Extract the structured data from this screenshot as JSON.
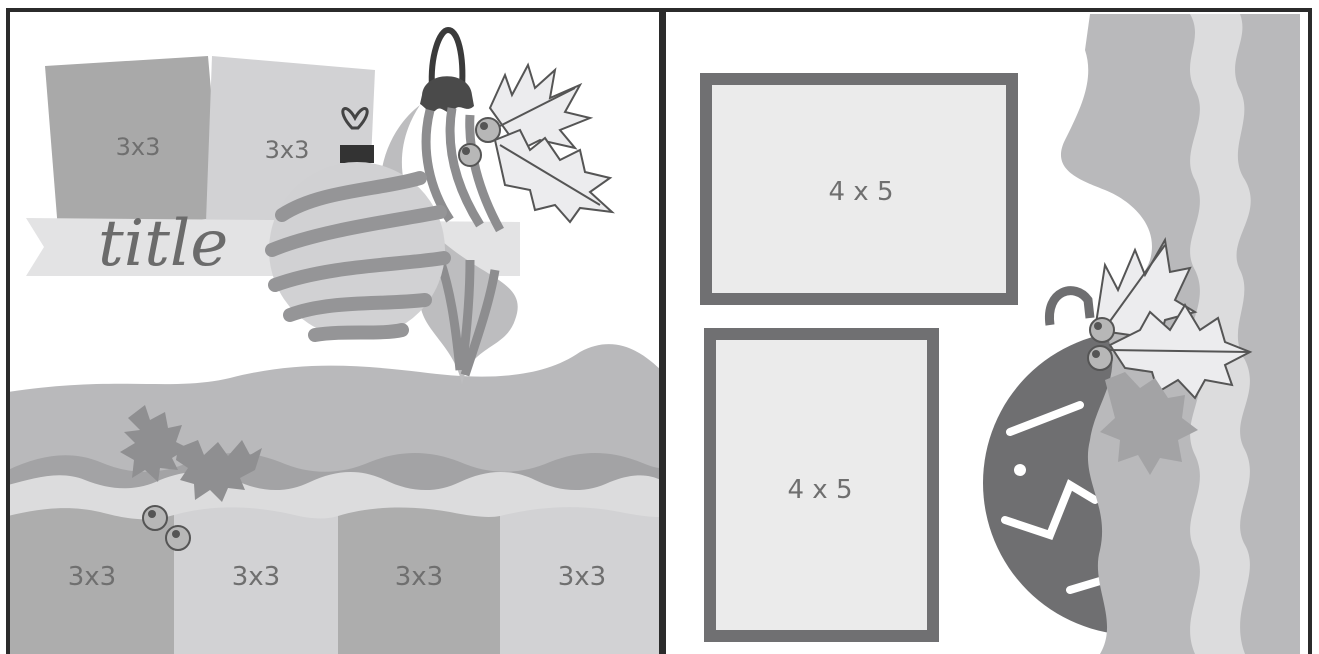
{
  "pages": [
    {
      "name": "left-layout",
      "photo_slots": [
        "3x3",
        "3x3",
        "3x3",
        "3x3",
        "3x3",
        "3x3"
      ],
      "title_text": "title"
    },
    {
      "name": "right-layout",
      "photo_slots": [
        "4 x 5",
        "4 x 5"
      ]
    }
  ],
  "colors": {
    "frame": "#2b2b2b",
    "dark": "#4a4a4a",
    "mid": "#8a8a8a",
    "mid_light": "#a9a9a9",
    "light": "#c9c9cb",
    "lighter": "#dcdcdd",
    "paper": "#ebebeb"
  }
}
